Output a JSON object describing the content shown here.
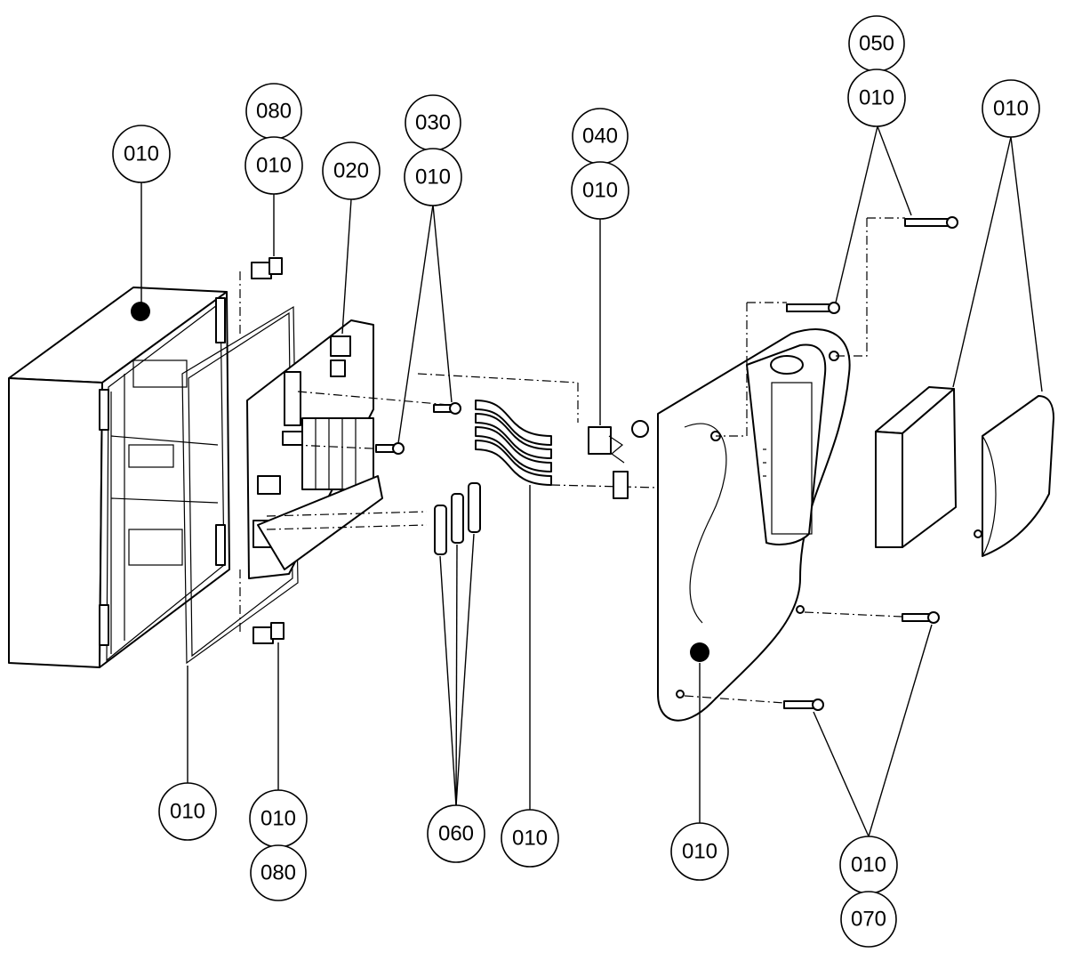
{
  "diagram": {
    "title": "Exploded parts view",
    "callouts": [
      {
        "id": "c-010-box",
        "label": "010"
      },
      {
        "id": "c-080-top",
        "label": "080"
      },
      {
        "id": "c-010-top-clip",
        "label": "010"
      },
      {
        "id": "c-020",
        "label": "020"
      },
      {
        "id": "c-030",
        "label": "030"
      },
      {
        "id": "c-010-screws-a",
        "label": "010"
      },
      {
        "id": "c-040",
        "label": "040"
      },
      {
        "id": "c-010-relay",
        "label": "010"
      },
      {
        "id": "c-050",
        "label": "050"
      },
      {
        "id": "c-010-screws-b",
        "label": "010"
      },
      {
        "id": "c-010-cover",
        "label": "010"
      },
      {
        "id": "c-010-gasket",
        "label": "010"
      },
      {
        "id": "c-010-bottom-clip",
        "label": "010"
      },
      {
        "id": "c-080-bottom",
        "label": "080"
      },
      {
        "id": "c-060",
        "label": "060"
      },
      {
        "id": "c-010-cable",
        "label": "010"
      },
      {
        "id": "c-010-front",
        "label": "010"
      },
      {
        "id": "c-010-screws-c",
        "label": "010"
      },
      {
        "id": "c-070",
        "label": "070"
      }
    ]
  }
}
